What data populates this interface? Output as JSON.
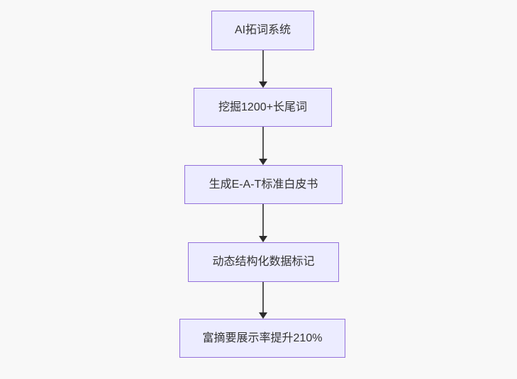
{
  "colors": {
    "page_bg": "#f8f8f8",
    "node_fill": "#ececff",
    "node_border": "#9370db",
    "node_text": "#333333",
    "arrow_line": "#555555",
    "arrow_head": "#2b2b2b"
  },
  "flowchart": {
    "type": "vertical-flowchart",
    "nodes": [
      {
        "label": "AI拓词系统"
      },
      {
        "label": "挖掘1200+长尾词"
      },
      {
        "label": "生成E-A-T标准白皮书"
      },
      {
        "label": "动态结构化数据标记"
      },
      {
        "label": "富摘要展示率提升210%"
      }
    ],
    "edges": [
      {
        "from": 0,
        "to": 1
      },
      {
        "from": 1,
        "to": 2
      },
      {
        "from": 2,
        "to": 3
      },
      {
        "from": 3,
        "to": 4
      }
    ]
  }
}
